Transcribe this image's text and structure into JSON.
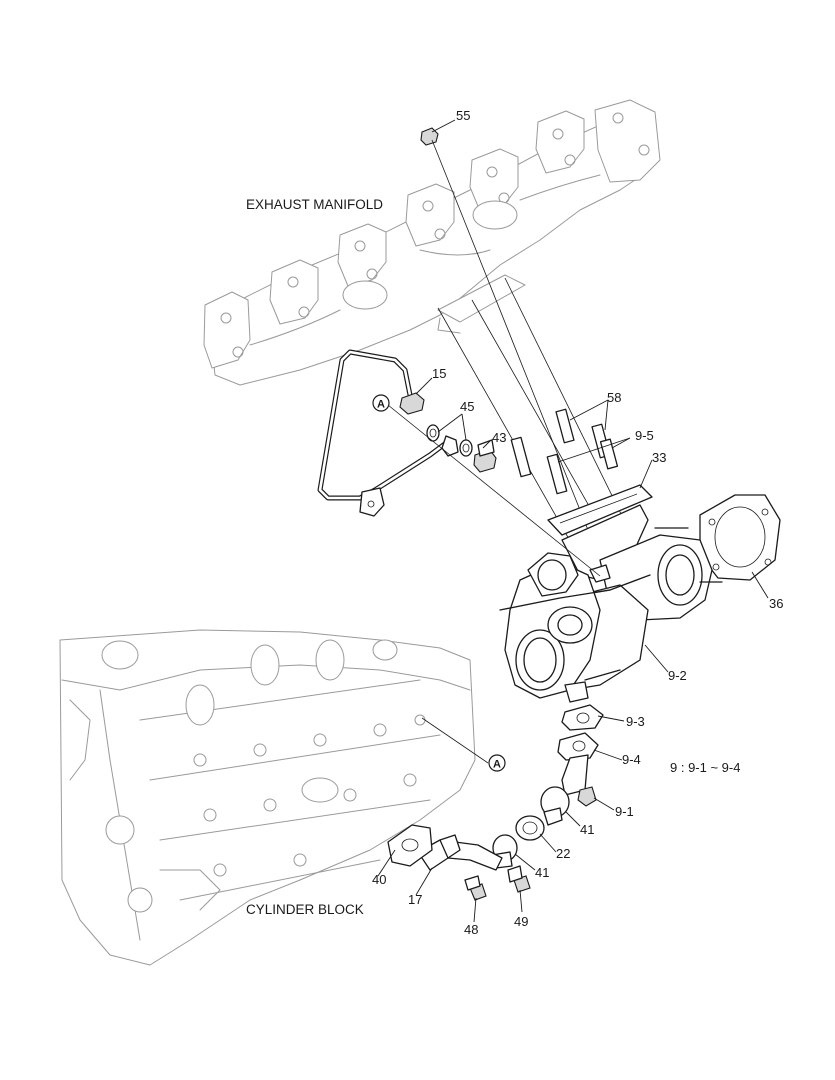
{
  "captions": {
    "exhaust_manifold": "EXHAUST MANIFOLD",
    "cylinder_block": "CYLINDER BLOCK",
    "legend_note": "9  : 9-1 ~ 9-4"
  },
  "callouts": {
    "c55": "55",
    "c15": "15",
    "c45": "45",
    "c43": "43",
    "c58": "58",
    "c9_5": "9-5",
    "c33": "33",
    "c36": "36",
    "c9_2": "9-2",
    "c9_3": "9-3",
    "c9_4": "9-4",
    "c9_1": "9-1",
    "c41a": "41",
    "c22": "22",
    "c41b": "41",
    "c40": "40",
    "c17": "17",
    "c48": "48",
    "c49": "49",
    "refA_top": "A",
    "refA_bottom": "A"
  }
}
